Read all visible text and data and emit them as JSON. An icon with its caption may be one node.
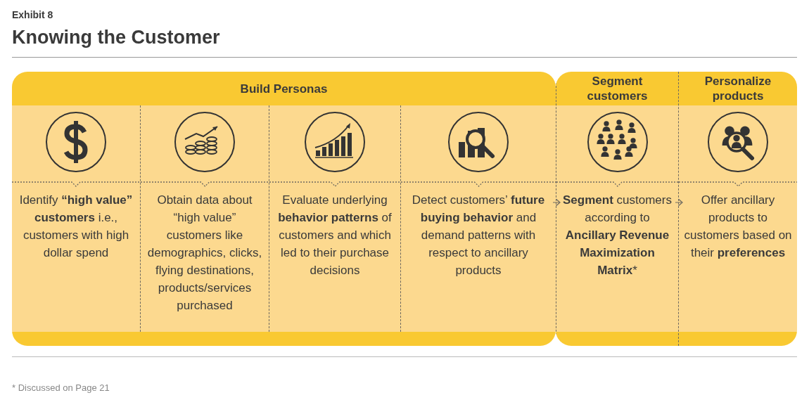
{
  "diagram": {
    "title": "Knowing the Customer",
    "nodes": [
      {
        "text": [
          "Build Personas"
        ]
      },
      {
        "text": [
          "Identify **“high value” customers** i.e., customers with high dollar spend"
        ],
        "in": 0
      },
      {
        "text": [
          "Obtain data about “high value” customers like demographics, clicks, flying destinations, products/services purchased"
        ],
        "in": 0
      },
      {
        "text": [
          "Evaluate underlying **behavior patterns** of customers and which led to their purchase decisions"
        ],
        "in": 0
      },
      {
        "text": [
          "Detect customers’ **future buying behavior** and demand patterns with respect to ancillary products"
        ],
        "in": 0
      },
      {
        "text": [],
        "shape": "box"
      },
      {
        "text": [
          "Segment customers",
          "**Segment** customers according to **Ancillary Revenue Maximization Matrix***"
        ],
        "in": 5
      },
      {
        "text": [
          "Personalize products",
          "Offer ancillary products to customers based on their **preferences**"
        ],
        "in": 5
      }
    ],
    "edges": [
      {
        "from": 4,
        "to": 6,
        "arrow": "to"
      },
      {
        "from": 6,
        "to": 7,
        "arrow": "to"
      }
    ],
    "labels": [
      "Exhibit 8",
      "* Discussed on Page 21"
    ]
  }
}
